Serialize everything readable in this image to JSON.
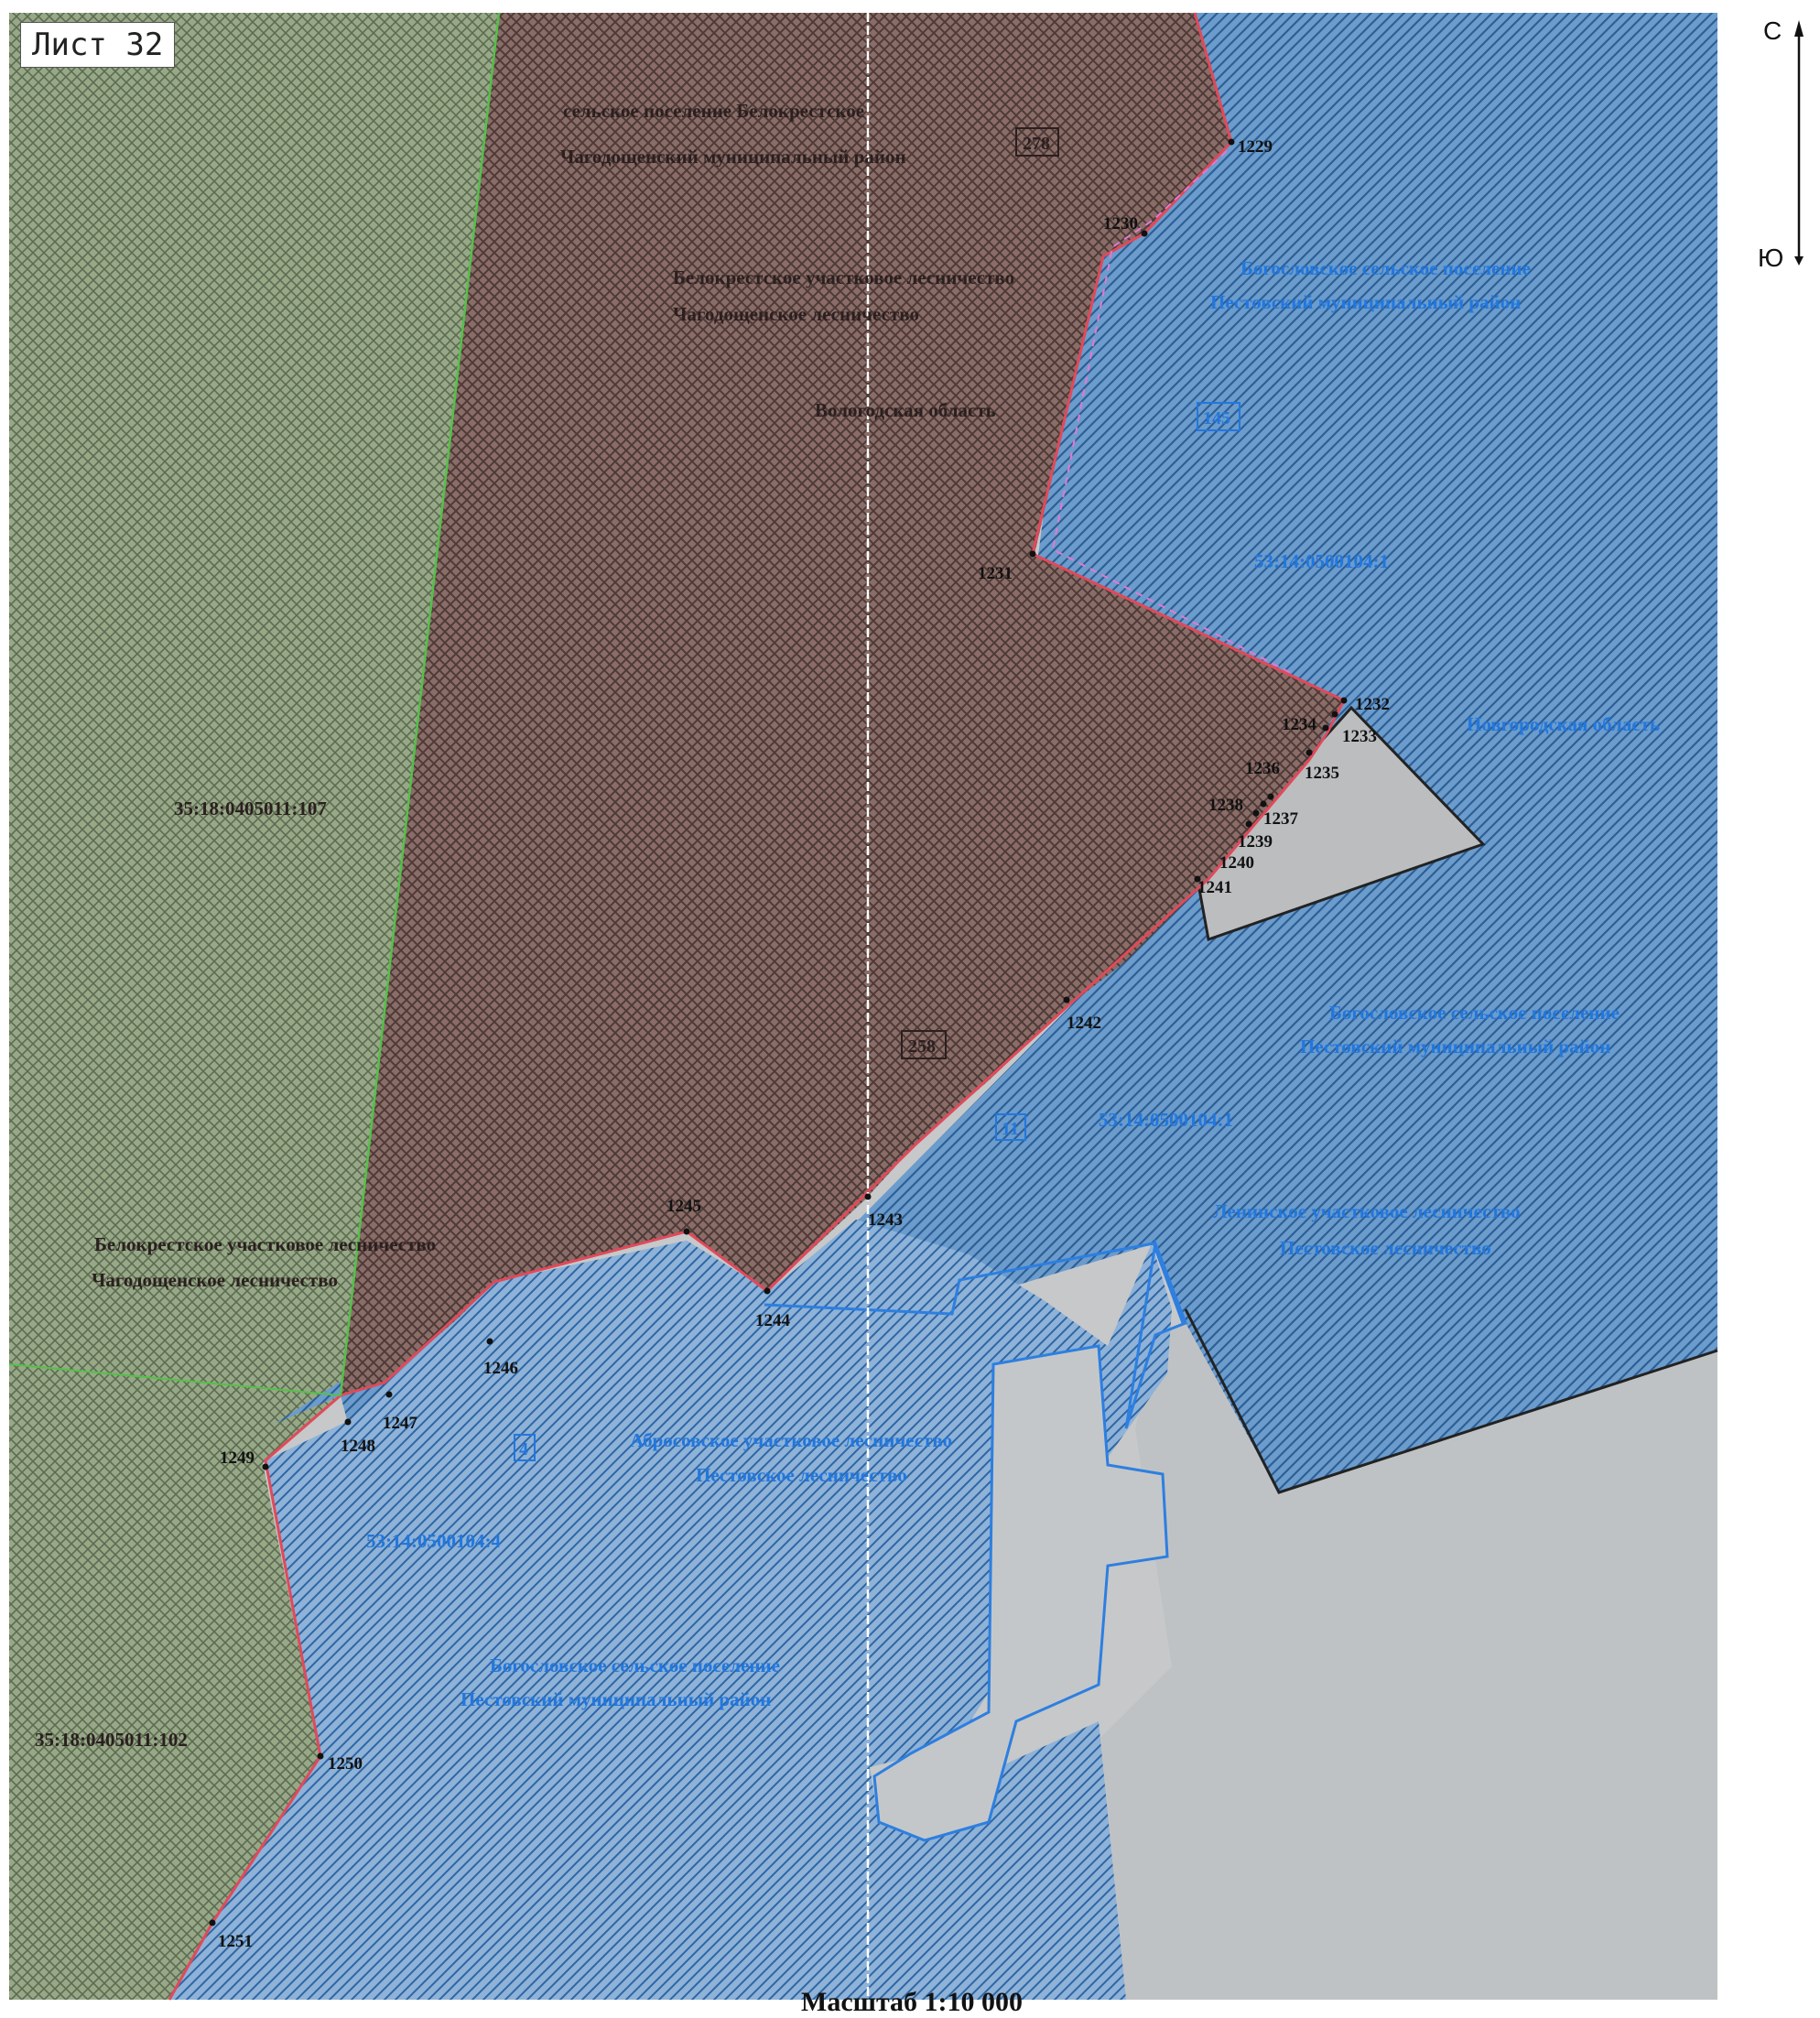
{
  "sheet": {
    "label": "Лист 32"
  },
  "compass": {
    "north": "С",
    "south": "Ю"
  },
  "scale": {
    "text": "Масштаб 1:10 000"
  },
  "labels": {
    "bel_settlement": "сельское поселение Белокрестское",
    "chag_district": "Чагодощенский муниципальный район",
    "bel_forest_top": "Белокрестское участковое лесничество",
    "chag_forestry_top": "Чагодощенское лесничество",
    "vologda_region": "Вологодская область",
    "bogo_settlement_1": "Богословское сельское поселение",
    "pest_district_1": "Пестовский муниципальный район",
    "cad_145_num": "53:14:0500104:1",
    "novgorod_region": "Новгородская область",
    "bogo_settlement_2": "Богословское сельское поселение",
    "pest_district_2": "Пестовский муниципальный район",
    "cad_11_num": "53:14:0500104:1",
    "len_forest": "Ленинское участковое лесничество",
    "pest_forestry_1": "Пестовское лесничество",
    "cad_107": "35:18:0405011:107",
    "bel_forest_left": "Белокрестское участковое лесничество",
    "chag_forestry_left": "Чагодощенское лесничество",
    "abr_forest": "Абросовское участковое лесничество",
    "pest_forestry_2": "Пестовское лесничество",
    "cad_4_num": "53:14:0500104:4",
    "bogo_settlement_3": "Богословское сельское поселение",
    "pest_district_3": "Пестовский муниципальный район",
    "cad_102": "35:18:0405011:102"
  },
  "zone_codes": {
    "z278": "278",
    "z145": "145",
    "z258": "258",
    "z11": "11",
    "z4": "4"
  },
  "points": {
    "p1229": "1229",
    "p1230": "1230",
    "p1231": "1231",
    "p1232": "1232",
    "p1233": "1233",
    "p1234": "1234",
    "p1235": "1235",
    "p1236": "1236",
    "p1237": "1237",
    "p1238": "1238",
    "p1239": "1239",
    "p1240": "1240",
    "p1241": "1241",
    "p1242": "1242",
    "p1243": "1243",
    "p1244": "1244",
    "p1245": "1245",
    "p1246": "1246",
    "p1247": "1247",
    "p1248": "1248",
    "p1249": "1249",
    "p1250": "1250",
    "p1251": "1251"
  },
  "colors": {
    "brown_zone": "#8a6d68",
    "blue_zone": "#5b93c9",
    "green_zone": "#8fa57f",
    "boundary_red": "#e04a5a",
    "boundary_pink": "#e07ad0",
    "blue_line": "#2d7fe0"
  }
}
